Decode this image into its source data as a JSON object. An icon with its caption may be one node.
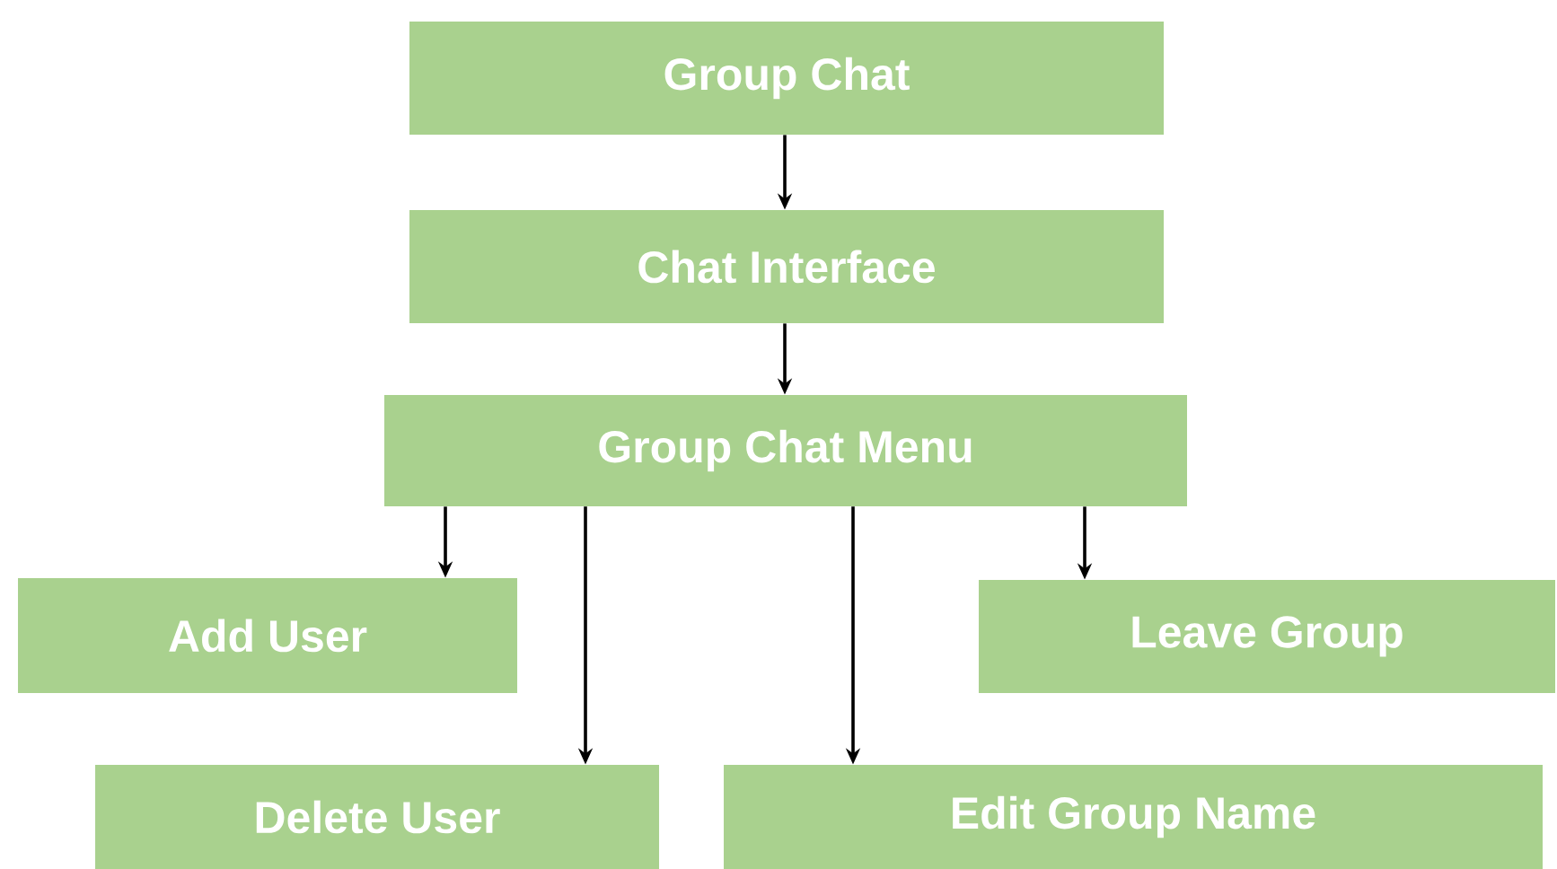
{
  "diagram": {
    "nodes": [
      {
        "text": [
          "Group Chat"
        ]
      },
      {
        "text": [
          "Chat Interface"
        ]
      },
      {
        "text": [
          "Group Chat Menu"
        ]
      },
      {
        "text": [
          "Add User"
        ]
      },
      {
        "text": [
          "Leave Group"
        ]
      },
      {
        "text": [
          "Delete User"
        ]
      },
      {
        "text": [
          "Edit Group Name"
        ]
      }
    ],
    "edges": [
      {
        "from": 0,
        "to": 1,
        "arrow": "to"
      },
      {
        "from": 1,
        "to": 2,
        "arrow": "to"
      },
      {
        "from": 2,
        "to": 3,
        "arrow": "to"
      },
      {
        "from": 2,
        "to": 5,
        "arrow": "to"
      },
      {
        "from": 2,
        "to": 6,
        "arrow": "to"
      },
      {
        "from": 2,
        "to": 4,
        "arrow": "to"
      }
    ]
  }
}
